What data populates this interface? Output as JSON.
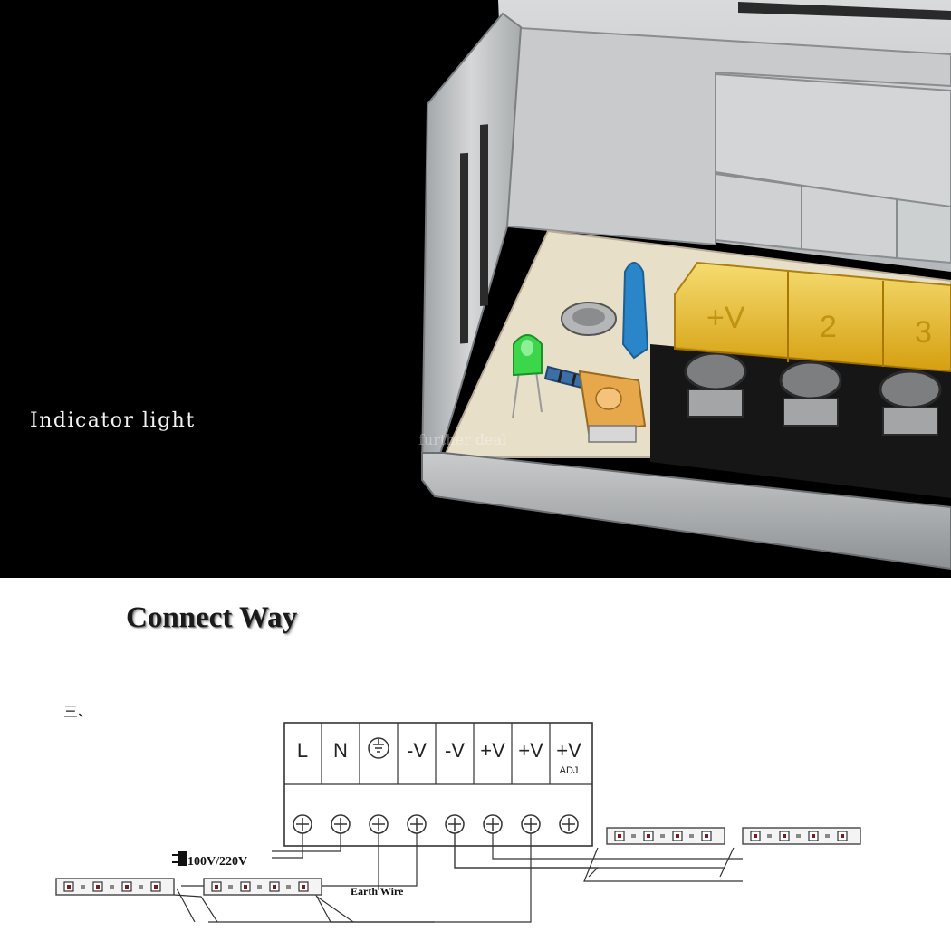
{
  "photo": {
    "indicator_label": "Indicator light",
    "watermark": "further deal",
    "terminal_cover_labels": [
      "+V",
      "2",
      "3"
    ]
  },
  "diagram": {
    "title": "Connect Way",
    "section_mark": "三、",
    "terminals": [
      {
        "label": "L",
        "sub": ""
      },
      {
        "label": "N",
        "sub": ""
      },
      {
        "label": "",
        "sub": "",
        "icon": "earth-ground-icon"
      },
      {
        "label": "-V",
        "sub": ""
      },
      {
        "label": "-V",
        "sub": ""
      },
      {
        "label": "+V",
        "sub": ""
      },
      {
        "label": "+V",
        "sub": ""
      },
      {
        "label": "+V",
        "sub": "ADJ"
      }
    ],
    "input_label": "100V/220V",
    "earth_label": "Earth Wire",
    "led_strip_count": 4,
    "colors": {
      "photo_background": "#000000",
      "led_chip": "#7a1a1a",
      "green_led": "#3cd64a",
      "terminal_cover": "#f0b800"
    }
  }
}
